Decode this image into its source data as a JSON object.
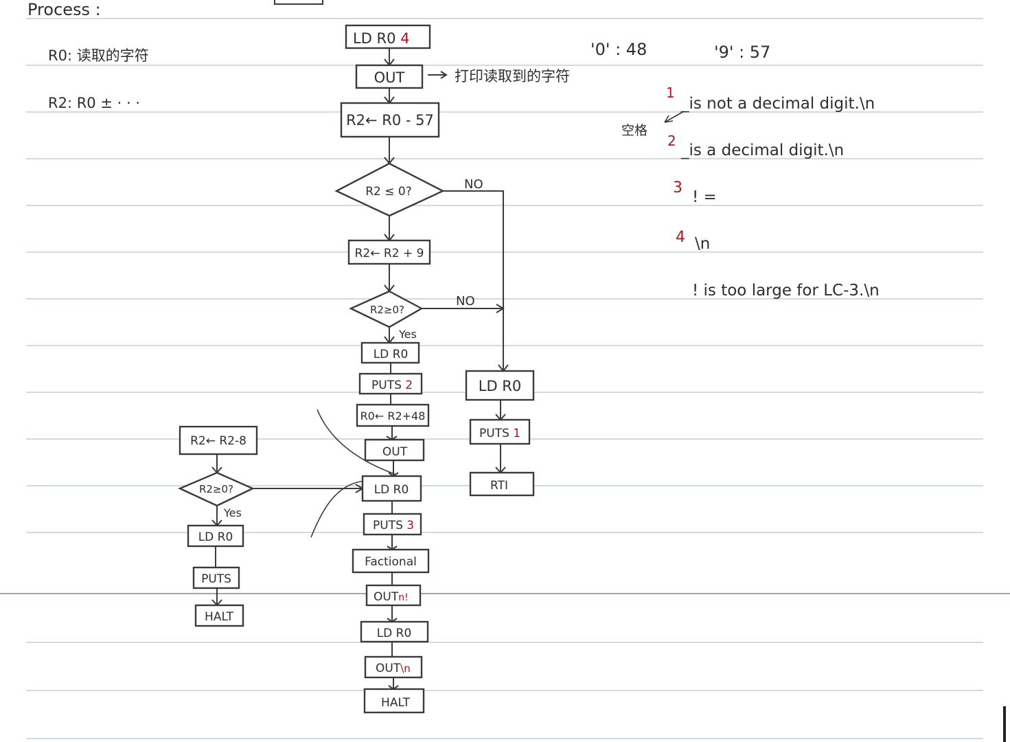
{
  "colors": {
    "ink": "#2e2e2e",
    "red": "#b0141c",
    "rule": "#b8c3d4"
  },
  "header": {
    "title": "Process :",
    "r0": "R0: 读取的字符",
    "r2": "R2: R0 ± · · ·",
    "ascii_zero": "'0' : 48",
    "ascii_nine": "'9' : 57"
  },
  "strings": {
    "s1_num": "1",
    "s1_text": "_is  not  a  decimal  digit.\\n",
    "space_label": "空格",
    "s2_num": "2",
    "s2_text": "_is  a  decimal  digit.\\n",
    "s3_num": "3",
    "s3_text": "! =",
    "s4_num": "4",
    "s4_text": "\\n",
    "s5_text": "! is  too  large  for  LC-3.\\n"
  },
  "annotations": {
    "out_note": "打印读取到的字符"
  },
  "nodes": {
    "n1": {
      "text": "LD  R0",
      "red": "4"
    },
    "n2": {
      "text": "OUT"
    },
    "n3": {
      "text": "R2← R0 - 57"
    },
    "d1": {
      "text": "R2 ≤ 0?"
    },
    "n4": {
      "text": "R2← R2 + 9"
    },
    "d2": {
      "text": "R2≥0?"
    },
    "n5": {
      "text": "LD  R0"
    },
    "n6": {
      "text": "PUTS",
      "red": "2"
    },
    "n7": {
      "text": "R0← R2+48"
    },
    "n8": {
      "text": "OUT"
    },
    "n9": {
      "text": "LD  R0"
    },
    "n10": {
      "text": "PUTS",
      "red": "3"
    },
    "n11": {
      "text": "Factional"
    },
    "n12": {
      "text": "OUT",
      "red": "n!"
    },
    "n13": {
      "text": "LD  R0"
    },
    "n14": {
      "text": "OUT",
      "red": "\\n"
    },
    "n15": {
      "text": "HALT"
    },
    "r1": {
      "text": "LD  R0"
    },
    "r2": {
      "text": "PUTS",
      "red": "1"
    },
    "r3": {
      "text": "RTI"
    },
    "l1": {
      "text": "R2← R2-8"
    },
    "d3": {
      "text": "R2≥0?"
    },
    "l2": {
      "text": "LD R0"
    },
    "l3": {
      "text": "PUTS"
    },
    "l4": {
      "text": "HALT"
    }
  },
  "edge_labels": {
    "no1": "NO",
    "no2": "NO",
    "yes1": "Yes",
    "yes2": "Yes"
  }
}
